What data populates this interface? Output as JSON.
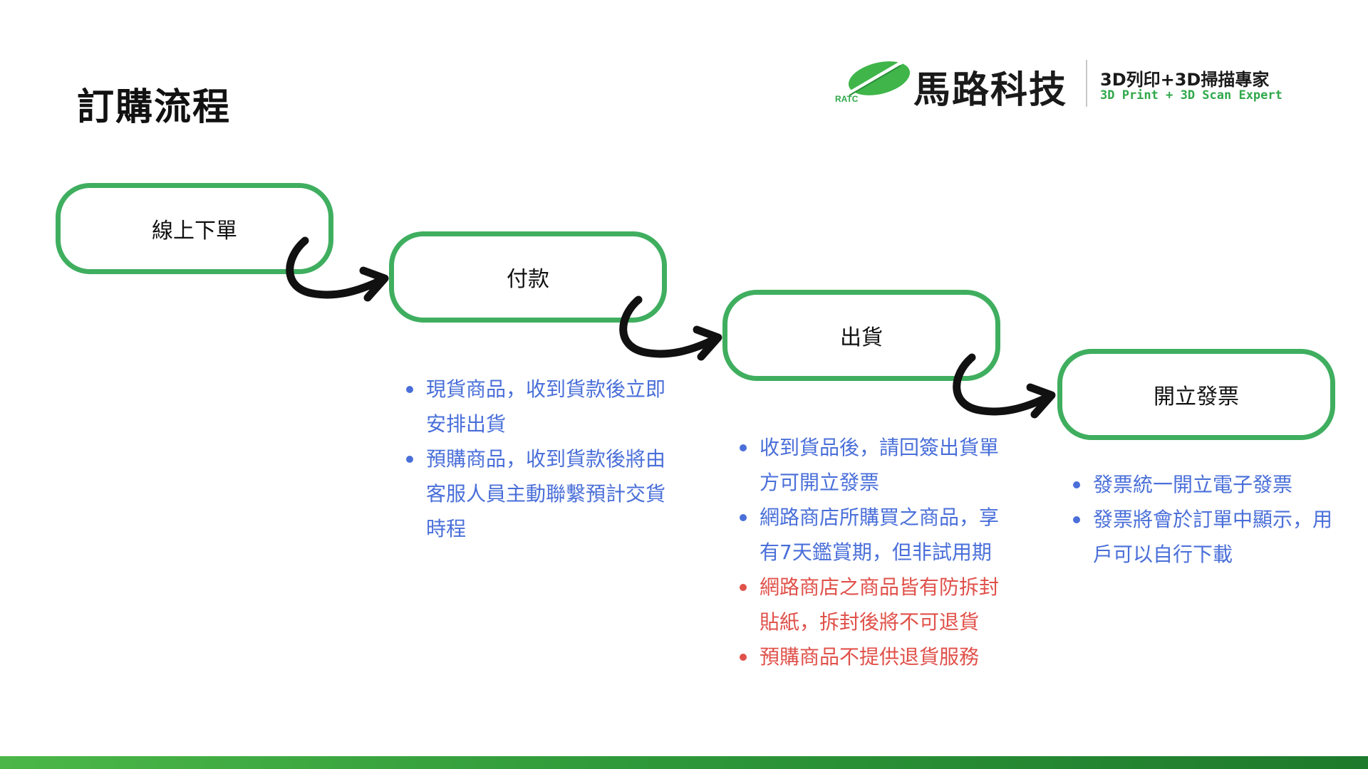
{
  "page": {
    "title": "訂購流程"
  },
  "logo": {
    "name": "馬路科技",
    "tagline_cn": "3D列印+3D掃描專家",
    "tagline_en": "3D Print + 3D Scan Expert",
    "mark_text": "RATC",
    "brand_color": "#2fa84a"
  },
  "colors": {
    "step_border": "#3fae5f",
    "note_text": "#4a6fd9",
    "warning_text": "#e0514a",
    "arrow": "#111111"
  },
  "steps": [
    {
      "label": "線上下單"
    },
    {
      "label": "付款"
    },
    {
      "label": "出貨"
    },
    {
      "label": "開立發票"
    }
  ],
  "notes": {
    "payment": [
      "現貨商品，收到貨款後立即安排出貨",
      "預購商品，收到貨款後將由客服人員主動聯繫預計交貨時程"
    ],
    "shipping": [
      "收到貨品後，請回簽出貨單方可開立發票",
      "網路商店所購買之商品，享有7天鑑賞期，但非試用期",
      "網路商店之商品皆有防拆封貼紙，拆封後將不可退貨",
      "預購商品不提供退貨服務"
    ],
    "invoice": [
      "發票統一開立電子發票",
      "發票將會於訂單中顯示，用戶可以自行下載"
    ]
  }
}
